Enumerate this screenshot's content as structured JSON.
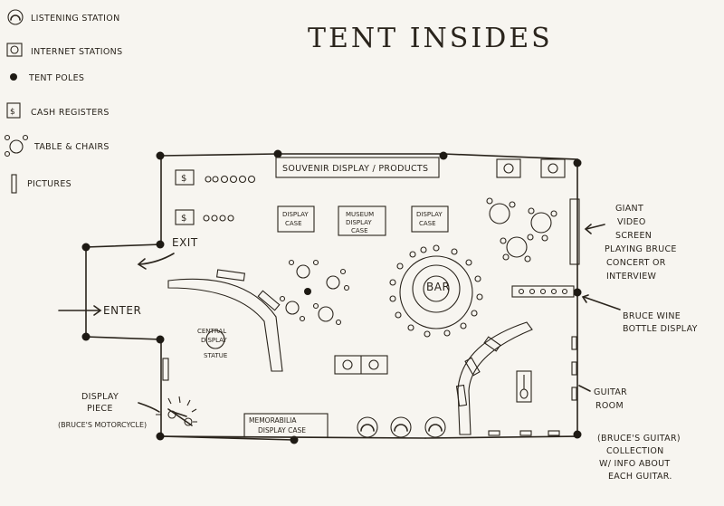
{
  "title": "TENT INSIDES",
  "legend": [
    {
      "icon": "headphones-icon",
      "label": "LISTENING STATION"
    },
    {
      "icon": "internet-station-icon",
      "label": "INTERNET STATIONS"
    },
    {
      "icon": "tent-pole-icon",
      "label": "TENT POLES"
    },
    {
      "icon": "cash-register-icon",
      "label": "CASH REGISTERS"
    },
    {
      "icon": "table-chairs-icon",
      "label": "TABLE & CHAIRS"
    },
    {
      "icon": "picture-icon",
      "label": "PICTURES"
    }
  ],
  "labels": {
    "souvenir": "SOUVENIR DISPLAY / PRODUCTS",
    "display_case_1": [
      "DISPLAY",
      "CASE"
    ],
    "museum_display": [
      "MUSEUM",
      "DISPLAY",
      "CASE"
    ],
    "display_case_2": [
      "DISPLAY",
      "CASE"
    ],
    "exit": "EXIT",
    "enter": "ENTER",
    "bar": "BAR",
    "central_statue": [
      "CENTRAL",
      "DISPLAY",
      "STATUE"
    ],
    "memorabilia": [
      "MEMORABILIA",
      "DISPLAY CASE"
    ],
    "display_piece": [
      "DISPLAY",
      "PIECE",
      "(BRUCE'S MOTORCYCLE)"
    ],
    "giant_video": [
      "GIANT",
      "VIDEO",
      "SCREEN",
      "PLAYING BRUCE",
      "CONCERT OR",
      "INTERVIEW"
    ],
    "wine_display": [
      "BRUCE WINE",
      "BOTTLE DISPLAY"
    ],
    "guitar_room": [
      "GUITAR",
      "ROOM"
    ],
    "guitar_note": [
      "(BRUCE'S GUITAR)",
      "COLLECTION",
      "W/ INFO ABOUT",
      "EACH GUITAR."
    ]
  },
  "colors": {
    "ink": "#2a241c",
    "paper": "#f7f5f0"
  }
}
